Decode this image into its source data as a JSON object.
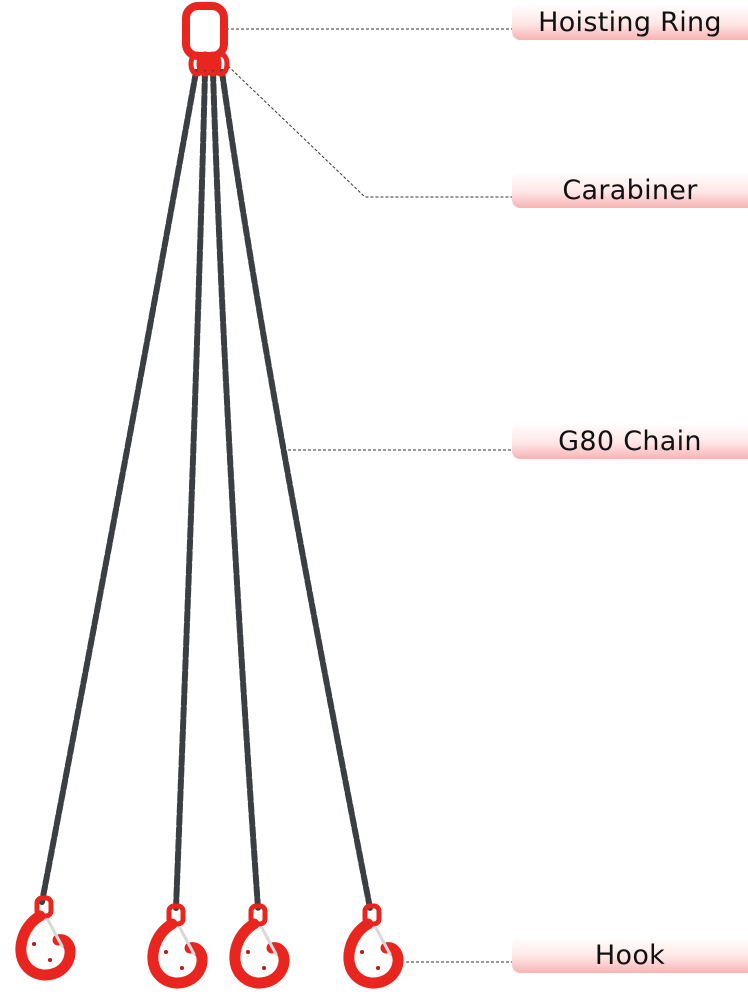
{
  "labels": {
    "hoisting_ring": "Hoisting Ring",
    "carabiner": "Carabiner",
    "g80_chain": "G80 Chain",
    "hook": "Hook"
  },
  "colors": {
    "red": "#e8251e",
    "chain": "#3b3e42",
    "leader": "#333333"
  }
}
